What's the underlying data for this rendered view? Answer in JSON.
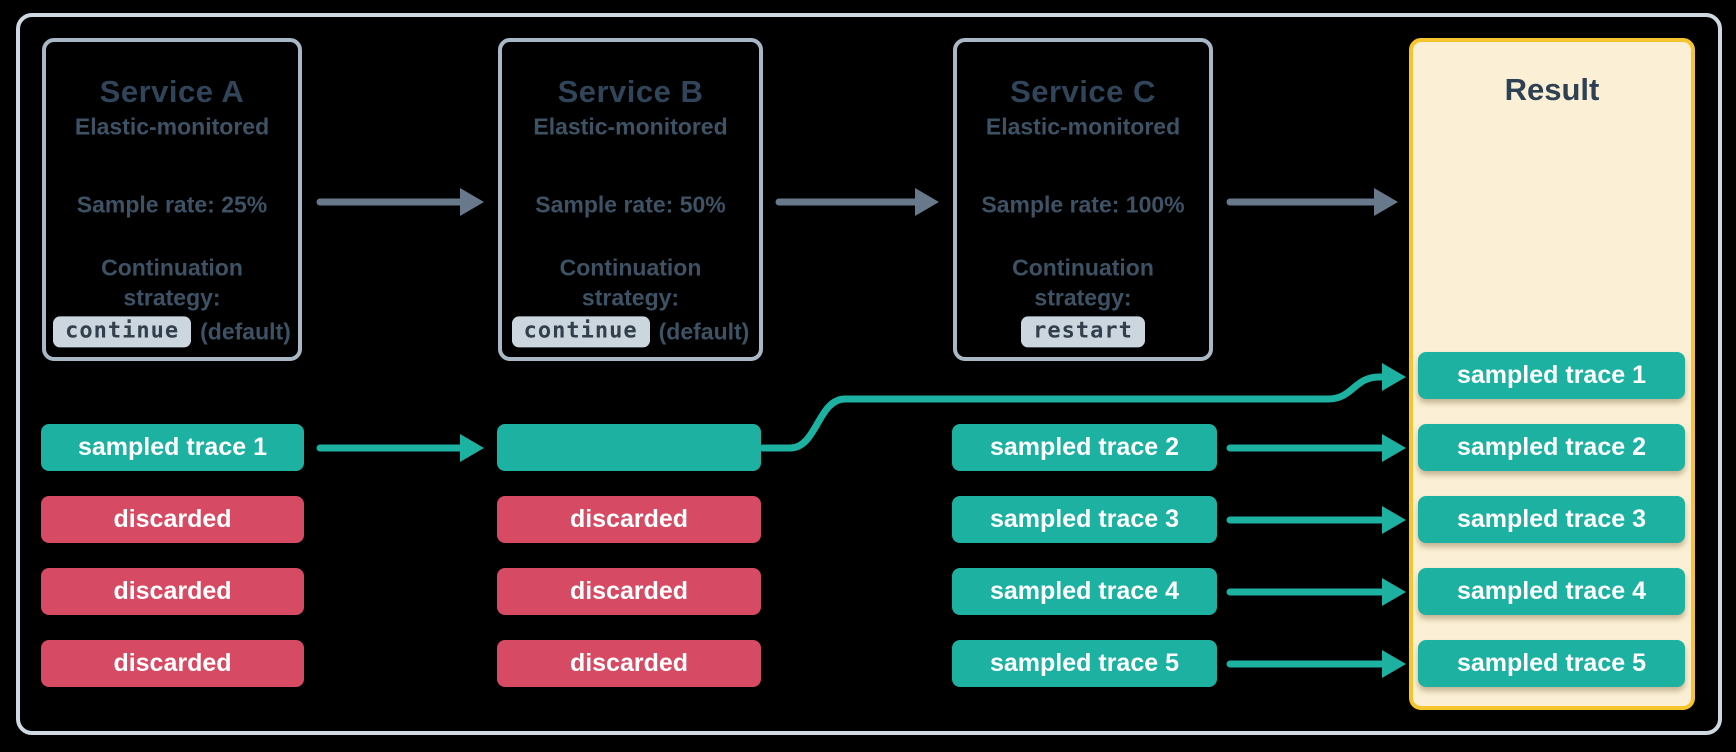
{
  "services": [
    {
      "title": "Service A",
      "monitoring": "Elastic-monitored",
      "sample_rate": "Sample rate: 25%",
      "continuation_line1": "Continuation",
      "continuation_line2": "strategy:",
      "strategy_code": "continue",
      "strategy_note": "(default)"
    },
    {
      "title": "Service B",
      "monitoring": "Elastic-monitored",
      "sample_rate": "Sample rate: 50%",
      "continuation_line1": "Continuation",
      "continuation_line2": "strategy:",
      "strategy_code": "continue",
      "strategy_note": "(default)"
    },
    {
      "title": "Service C",
      "monitoring": "Elastic-monitored",
      "sample_rate": "Sample rate: 100%",
      "continuation_line1": "Continuation",
      "continuation_line2": "strategy:",
      "strategy_code": "restart",
      "strategy_note": ""
    }
  ],
  "result": {
    "title": "Result",
    "traces": [
      "sampled trace 1",
      "sampled trace 2",
      "sampled trace 3",
      "sampled trace 4",
      "sampled trace 5"
    ]
  },
  "traces": {
    "service_a": [
      {
        "label": "sampled trace 1",
        "status": "sampled"
      },
      {
        "label": "discarded",
        "status": "discarded"
      },
      {
        "label": "discarded",
        "status": "discarded"
      },
      {
        "label": "discarded",
        "status": "discarded"
      }
    ],
    "service_b": [
      {
        "label": "",
        "status": "sampled"
      },
      {
        "label": "discarded",
        "status": "discarded"
      },
      {
        "label": "discarded",
        "status": "discarded"
      },
      {
        "label": "discarded",
        "status": "discarded"
      }
    ],
    "service_c": [
      {
        "label": "sampled trace 2",
        "status": "sampled"
      },
      {
        "label": "sampled trace 3",
        "status": "sampled"
      },
      {
        "label": "sampled trace 4",
        "status": "sampled"
      },
      {
        "label": "sampled trace 5",
        "status": "sampled"
      }
    ]
  },
  "colors": {
    "sampled_teal": "#1db1a2",
    "discarded_red": "#d64a63",
    "arrow_gray": "#68798c",
    "result_fill": "#fbf0d5",
    "result_border": "#f6c52e",
    "service_border": "#a9b8c6",
    "frame_border": "#cfd9e2",
    "code_chip_bg": "#ccd6df",
    "text_slate": "#3d5265"
  }
}
